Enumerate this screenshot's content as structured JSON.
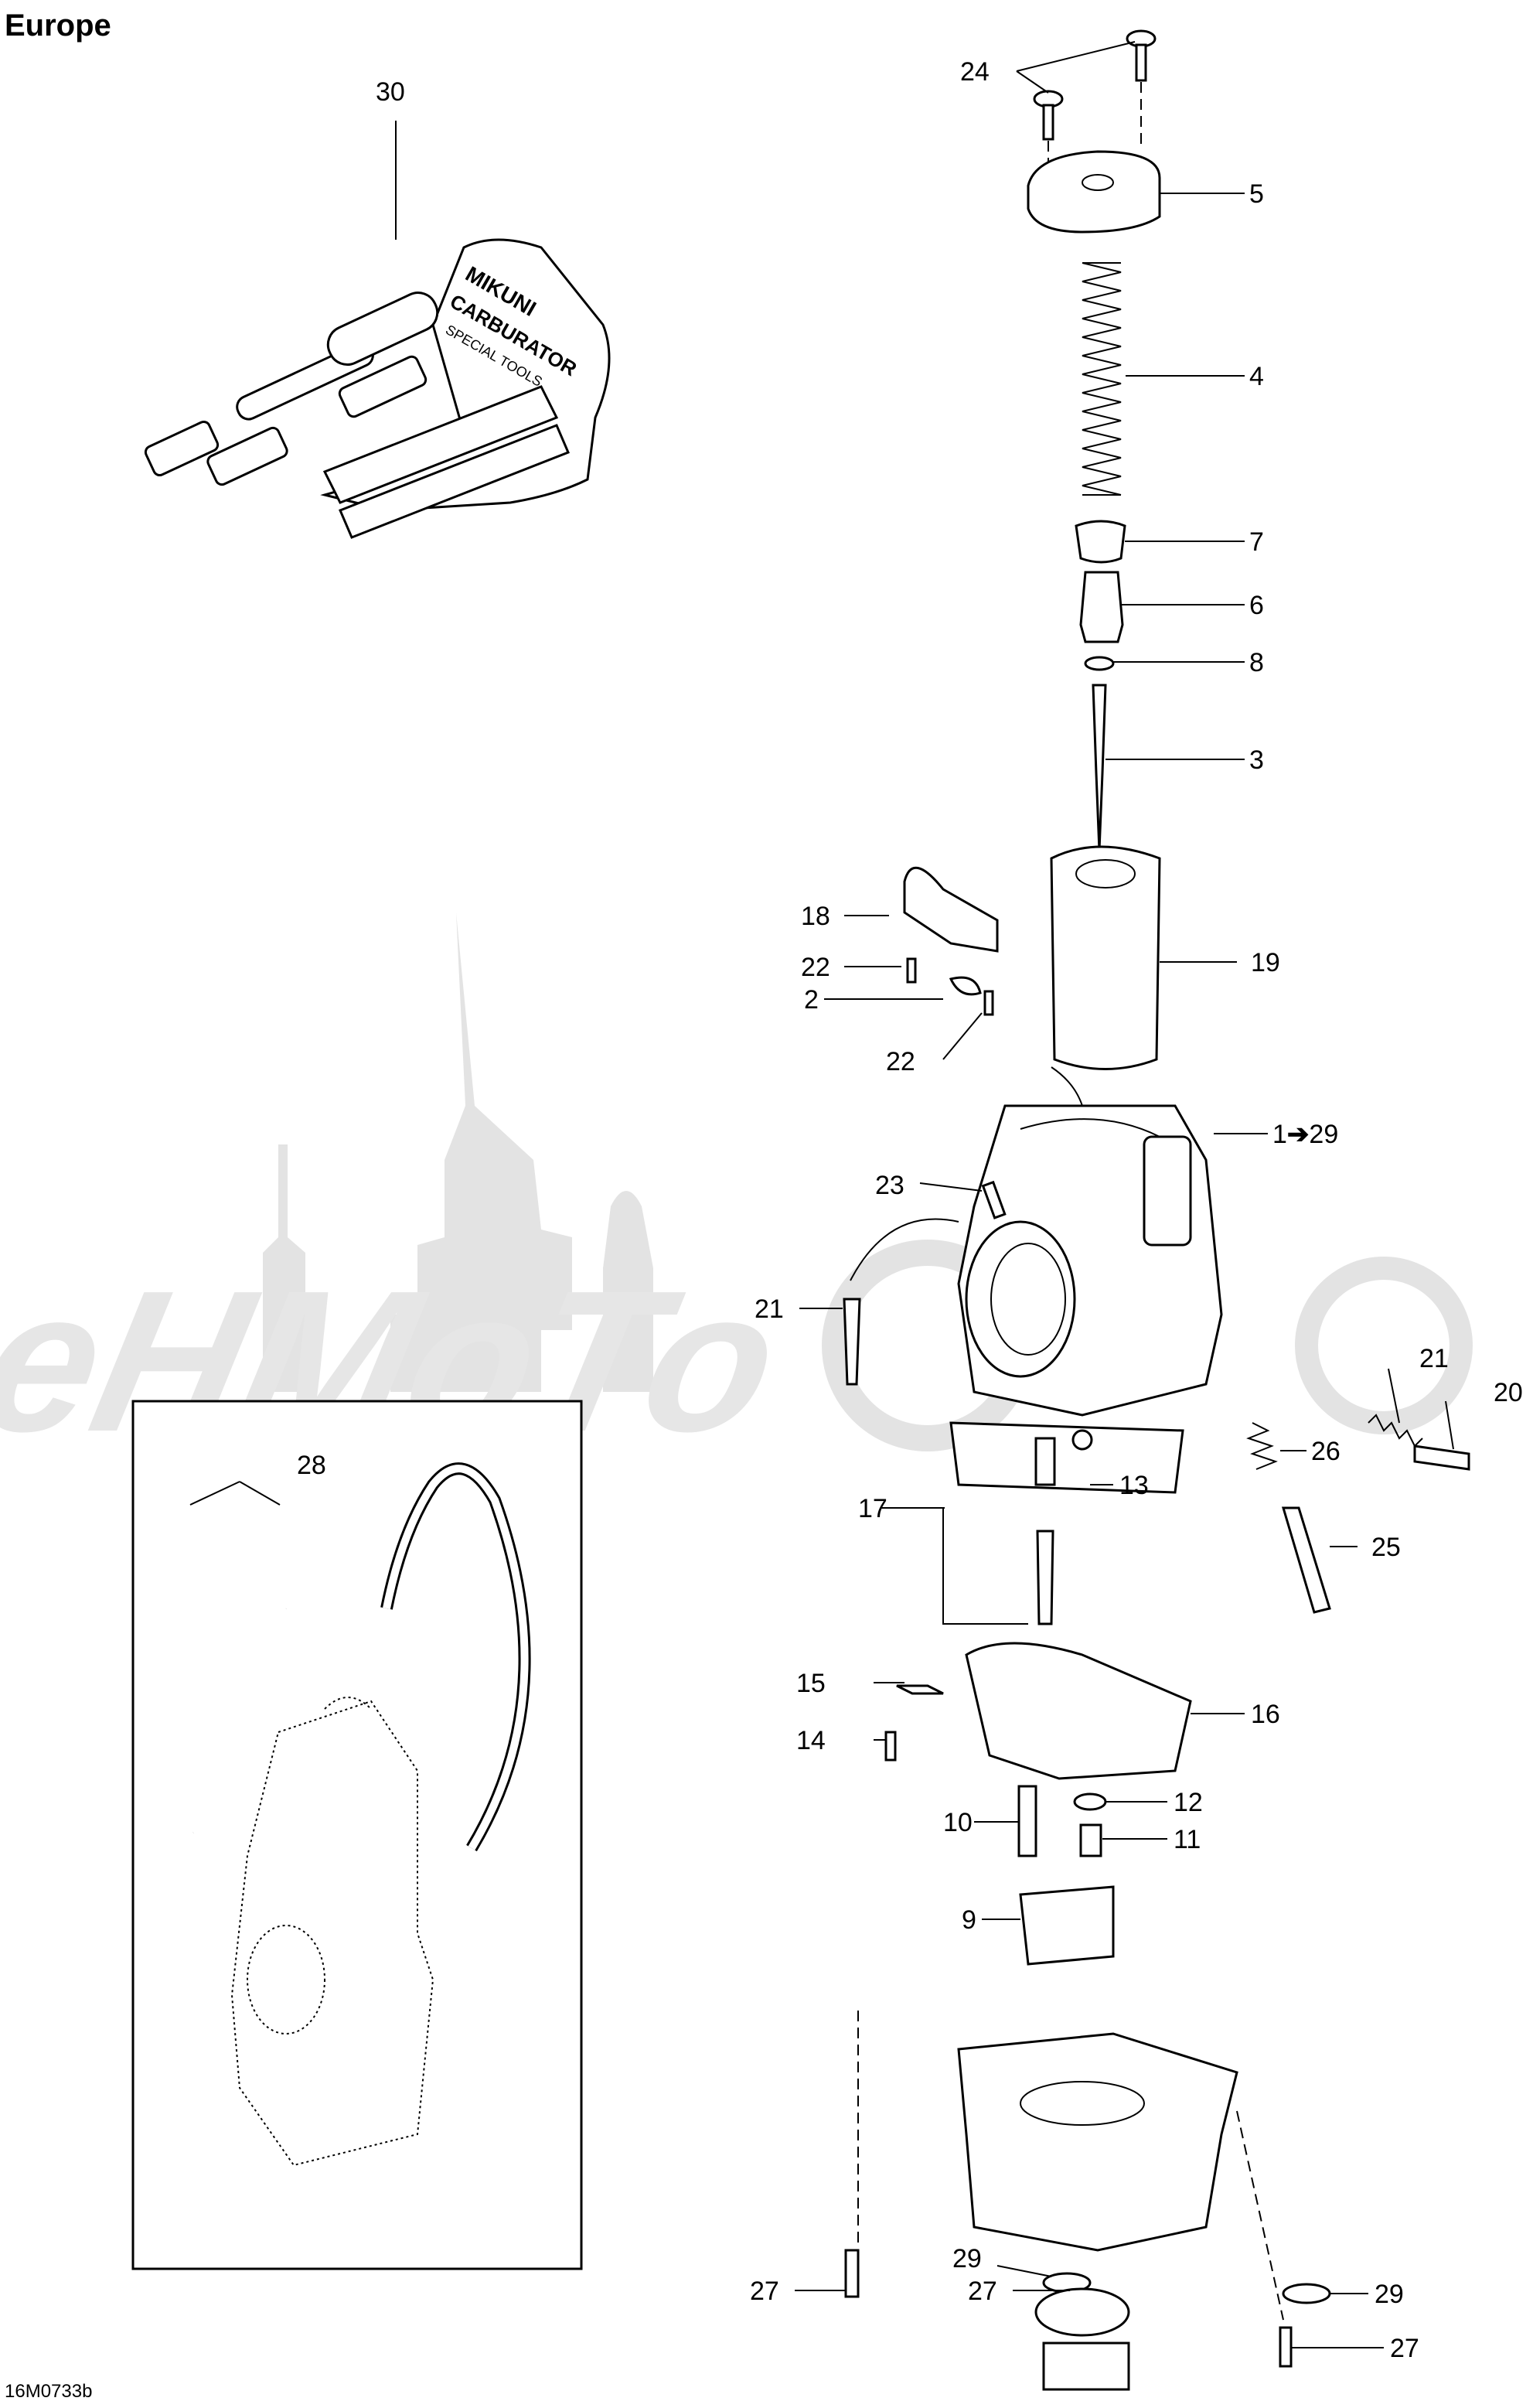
{
  "header": {
    "title": "Europe"
  },
  "footer": {
    "code": "16M0733b"
  },
  "watermark": {
    "text": "AeHMoTo"
  },
  "labels": {
    "l30": "30",
    "l24": "24",
    "l5": "5",
    "l4": "4",
    "l7": "7",
    "l6": "6",
    "l8": "8",
    "l3": "3",
    "l18": "18",
    "l19": "19",
    "l22a": "22",
    "l2": "2",
    "l22b": "22",
    "l1": "1",
    "l1arrow": "➔",
    "l1b": "29",
    "l23": "23",
    "l21a": "21",
    "l21b": "21",
    "l20": "20",
    "l26": "26",
    "l13": "13",
    "l28": "28",
    "l17": "17",
    "l25": "25",
    "l15": "15",
    "l16": "16",
    "l14": "14",
    "l12": "12",
    "l10": "10",
    "l11": "11",
    "l9": "9",
    "l29a": "29",
    "l27a": "27",
    "l27b": "27",
    "l29b": "29",
    "l27c": "27"
  },
  "tool_kit": {
    "line1": "MIKUNI",
    "line2": "CARBURATOR",
    "line3": "SPECIAL TOOLS"
  }
}
